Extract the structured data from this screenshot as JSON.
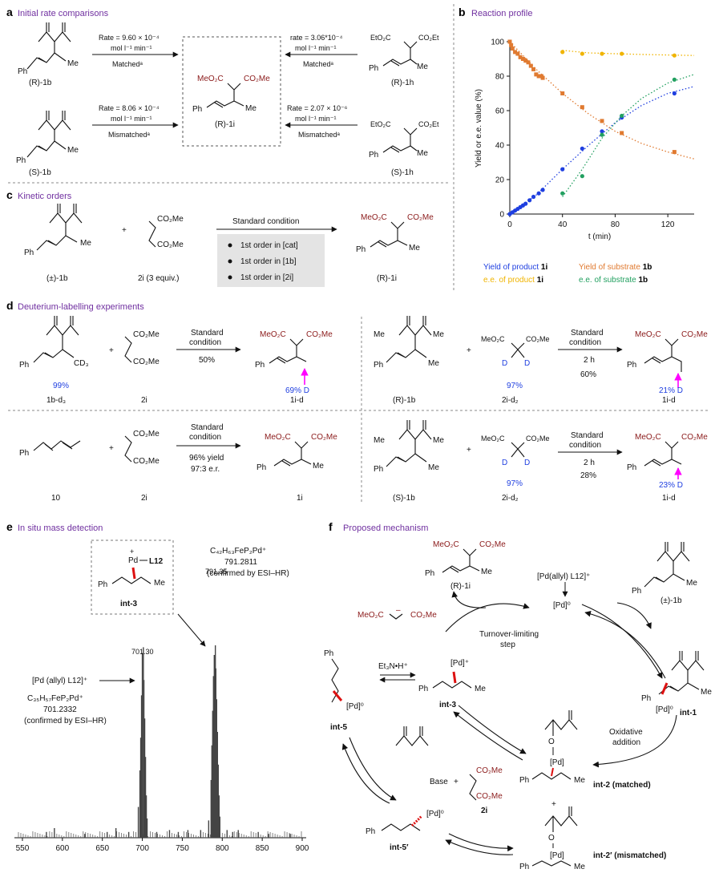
{
  "panels": {
    "a": {
      "letter": "a",
      "title": "Initial rate comparisons"
    },
    "b": {
      "letter": "b",
      "title": "Reaction profile"
    },
    "c": {
      "letter": "c",
      "title": "Kinetic orders"
    },
    "d": {
      "letter": "d",
      "title": "Deuterium-labelling experiments"
    },
    "e": {
      "letter": "e",
      "title": "In situ mass detection"
    },
    "f": {
      "letter": "f",
      "title": "Proposed mechanism"
    }
  },
  "panel_a": {
    "r1": {
      "rate": "Rate = 9.60 × 10⁻⁴",
      "unit": "mol l⁻¹ min⁻¹",
      "tag": "Matchedᵃ"
    },
    "r2": {
      "rate": "rate = 3.06*10⁻⁴",
      "unit": "mol l⁻¹ min⁻¹",
      "tag": "Matchedᵃ"
    },
    "r3": {
      "rate": "Rate = 8.06 × 10⁻⁴",
      "unit": "mol l⁻¹ min⁻¹",
      "tag": "Mismatchedᵃ"
    },
    "r4": {
      "rate": "Rate = 2.07 × 10⁻⁶",
      "unit": "mol l⁻¹ min⁻¹",
      "tag": "Mismatchedᵃ"
    },
    "c_R1b": "(R)-1b",
    "c_S1b": "(S)-1b",
    "c_R1h": "(R)-1h",
    "c_S1h": "(S)-1h",
    "c_R1i": "(R)-1i",
    "ph": "Ph",
    "me": "Me",
    "meo2c": "MeO₂C",
    "co2me": "CO₂Me",
    "eto2c": "EtO₂C",
    "co2et": "CO₂Et"
  },
  "panel_c": {
    "arrow_label": "Standard condition",
    "orders": [
      "1st order in [cat]",
      "1st order in [1b]",
      "1st order in [2i]"
    ],
    "c_rac1b": "(±)-1b",
    "c_2i": "2i (3 equiv.)",
    "c_R1i": "(R)-1i",
    "plus": "+"
  },
  "panel_d": {
    "e1": {
      "cond1": "Standard",
      "cond2": "condition",
      "result": "50%",
      "sub": "1b-d₃",
      "pct": "99%",
      "reagent": "2i",
      "prod": "1i-d",
      "d_inc": "69% D",
      "cd3": "CD₃"
    },
    "e2": {
      "cond1": "Standard",
      "cond2": "condition",
      "cond3": "2 h",
      "result": "60%",
      "sub": "(R)-1b",
      "reagent": "2i-d₂",
      "pct": "97%",
      "prod": "1i-d",
      "d_inc": "21% D"
    },
    "e3": {
      "cond1": "Standard",
      "cond2": "condition",
      "result": "96% yield",
      "result2": "97:3 e.r.",
      "sub": "10",
      "reagent": "2i",
      "prod": "1i"
    },
    "e4": {
      "cond1": "Standard",
      "cond2": "condition",
      "cond3": "2 h",
      "result": "28%",
      "sub": "(S)-1b",
      "reagent": "2i-d₂",
      "pct": "97%",
      "prod": "1i-d",
      "d_inc": "23% D"
    },
    "d": "D"
  },
  "panel_e": {
    "peak1_label": "701.30",
    "peak2_label": "791.35",
    "ion1_name": "[Pd (allyl) L12]⁺",
    "ion1_formula": "C₃₅H₅₇FeP₂Pd⁺",
    "ion1_mass": "701.2332",
    "ion1_note": "(confirmed by ESI–HR)",
    "ion2_formula": "C₄₂H₆₃FeP₂Pd⁺",
    "ion2_mass": "791.2811",
    "ion2_note": "(confirmed by ESI–HR)",
    "box_label": "int-3",
    "ligand": "L12",
    "pd": "Pd",
    "plus": "+",
    "x_ticks": [
      "550",
      "600",
      "650",
      "700",
      "750",
      "800",
      "850",
      "900"
    ]
  },
  "panel_f": {
    "prod": "(R)-1i",
    "cat_pre": "[Pd(allyl) L12]⁺",
    "pd0": "[Pd]⁰",
    "sub": "(±)-1b",
    "turnover1": "Turnover-limiting",
    "turnover2": "step",
    "int1": "int-1",
    "int2": "int-2 (matched)",
    "int2p": "int-2′ (mismatched)",
    "int3": "int-3",
    "int5": "int-5",
    "int5p": "int-5′",
    "ox1": "Oxidative",
    "ox2": "addition",
    "base": "Base",
    "plus": "+",
    "r2i": "2i",
    "et3n": "Et₃N•H⁺",
    "pdplus": "[Pd]⁺",
    "pd": "[Pd]"
  },
  "chart_data": {
    "type": "scatter",
    "title": "Reaction profile",
    "xlabel": "t (min)",
    "ylabel": "Yield or e.e. value (%)",
    "xlim": [
      0,
      140
    ],
    "ylim": [
      0,
      100
    ],
    "x_ticks": [
      0,
      40,
      80,
      120
    ],
    "y_ticks": [
      0,
      20,
      40,
      60,
      80,
      100
    ],
    "grid": false,
    "series": [
      {
        "name": "Yield of product 1i",
        "color": "#1f3fe0",
        "x": [
          0,
          2,
          4,
          6,
          8,
          10,
          12,
          15,
          18,
          22,
          25,
          40,
          55,
          70,
          85,
          125
        ],
        "y": [
          0,
          1,
          2,
          3,
          4,
          5,
          6,
          8,
          10,
          12,
          14,
          26,
          38,
          48,
          56,
          70
        ],
        "fit": [
          [
            0,
            0
          ],
          [
            20,
            11
          ],
          [
            40,
            26
          ],
          [
            60,
            40
          ],
          [
            80,
            53
          ],
          [
            100,
            63
          ],
          [
            120,
            70
          ],
          [
            140,
            74
          ]
        ]
      },
      {
        "name": "e.e. of product 1i",
        "color": "#f0b400",
        "x": [
          40,
          55,
          70,
          85,
          125
        ],
        "y": [
          94,
          93,
          93,
          93,
          92
        ],
        "fit": [
          [
            40,
            95
          ],
          [
            60,
            93.5
          ],
          [
            80,
            93
          ],
          [
            100,
            92.6
          ],
          [
            120,
            92.3
          ],
          [
            140,
            92
          ]
        ]
      },
      {
        "name": "Yield of substrate 1b",
        "color": "#e07a30",
        "x": [
          0,
          1,
          2,
          4,
          6,
          8,
          10,
          12,
          14,
          16,
          18,
          20,
          22,
          24,
          25,
          40,
          55,
          70,
          85,
          125
        ],
        "y": [
          100,
          98,
          96,
          94,
          93,
          91,
          90,
          89,
          88,
          86,
          84,
          81,
          80,
          80,
          79,
          70,
          62,
          54,
          47,
          36
        ],
        "fit": [
          [
            0,
            100
          ],
          [
            20,
            84
          ],
          [
            40,
            70
          ],
          [
            60,
            58
          ],
          [
            80,
            48
          ],
          [
            100,
            41
          ],
          [
            120,
            36
          ],
          [
            140,
            32
          ]
        ]
      },
      {
        "name": "e.e. of substrate 1b",
        "color": "#22a060",
        "x": [
          40,
          55,
          70,
          85,
          125
        ],
        "y": [
          12,
          22,
          46,
          57,
          78
        ],
        "fit": [
          [
            40,
            10
          ],
          [
            55,
            26
          ],
          [
            70,
            44
          ],
          [
            85,
            57
          ],
          [
            100,
            67
          ],
          [
            120,
            76
          ],
          [
            140,
            81
          ]
        ]
      }
    ],
    "legend": [
      {
        "text": "Yield of product ",
        "bold": "1i",
        "color": "#1f3fe0"
      },
      {
        "text": "e.e. of product ",
        "bold": "1i",
        "color": "#f0b400"
      },
      {
        "text": "Yield of substrate ",
        "bold": "1b",
        "color": "#e07a30"
      },
      {
        "text": "e.e. of substrate ",
        "bold": "1b",
        "color": "#22a060"
      }
    ],
    "legend_position": "below"
  },
  "ms_data": {
    "type": "bar",
    "xlim": [
      540,
      905
    ],
    "peaks": [
      {
        "x": 580,
        "h": 0.03
      },
      {
        "x": 590,
        "h": 0.05
      },
      {
        "x": 628,
        "h": 0.02
      },
      {
        "x": 656,
        "h": 0.03
      },
      {
        "x": 667,
        "h": 0.05
      },
      {
        "x": 683,
        "h": 0.03
      },
      {
        "x": 695,
        "h": 0.16
      },
      {
        "x": 697,
        "h": 0.35
      },
      {
        "x": 698,
        "h": 0.52
      },
      {
        "x": 699,
        "h": 0.74
      },
      {
        "x": 700,
        "h": 0.96
      },
      {
        "x": 701.3,
        "h": 0.99
      },
      {
        "x": 702,
        "h": 0.82
      },
      {
        "x": 703,
        "h": 0.62
      },
      {
        "x": 704,
        "h": 0.42
      },
      {
        "x": 705,
        "h": 0.22
      },
      {
        "x": 706,
        "h": 0.1
      },
      {
        "x": 718,
        "h": 0.03
      },
      {
        "x": 734,
        "h": 0.04
      },
      {
        "x": 745,
        "h": 0.03
      },
      {
        "x": 757,
        "h": 0.04
      },
      {
        "x": 773,
        "h": 0.04
      },
      {
        "x": 783,
        "h": 0.09
      },
      {
        "x": 786,
        "h": 0.3
      },
      {
        "x": 787,
        "h": 0.48
      },
      {
        "x": 788,
        "h": 0.66
      },
      {
        "x": 789,
        "h": 0.84
      },
      {
        "x": 790,
        "h": 0.95
      },
      {
        "x": 791.35,
        "h": 1.0
      },
      {
        "x": 792,
        "h": 0.88
      },
      {
        "x": 793,
        "h": 0.72
      },
      {
        "x": 794,
        "h": 0.55
      },
      {
        "x": 795,
        "h": 0.38
      },
      {
        "x": 796,
        "h": 0.22
      },
      {
        "x": 797,
        "h": 0.11
      },
      {
        "x": 806,
        "h": 0.04
      },
      {
        "x": 813,
        "h": 0.03
      },
      {
        "x": 820,
        "h": 0.04
      },
      {
        "x": 845,
        "h": 0.03
      },
      {
        "x": 858,
        "h": 0.02
      },
      {
        "x": 885,
        "h": 0.02
      }
    ]
  }
}
